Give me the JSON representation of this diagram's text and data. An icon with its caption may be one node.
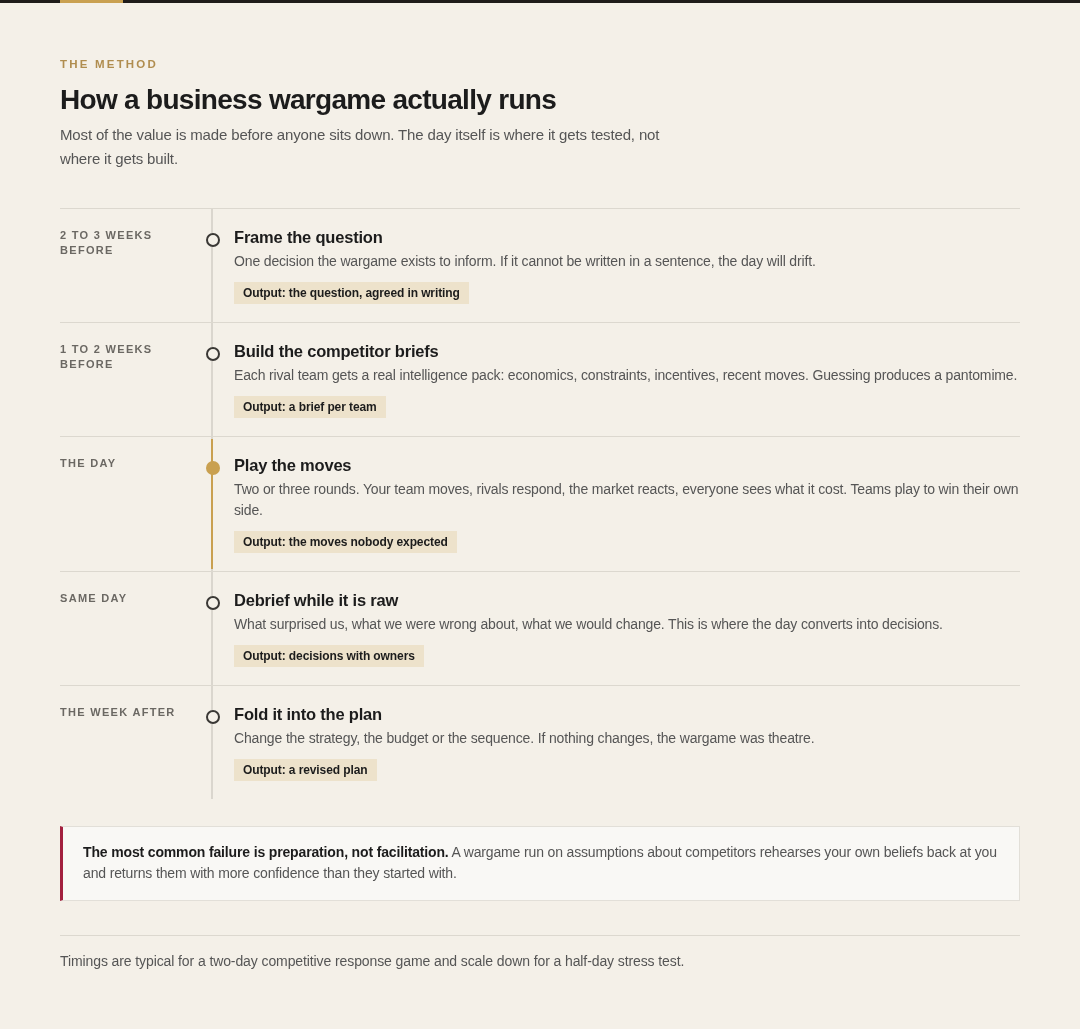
{
  "diagram": {
    "title": "How a business wargame actually runs",
    "caption": "Timings are typical for a two-day competitive response game and scale down for a half-day stress test.",
    "nodes": [
      {
        "text": [
          "2 TO 3 WEEKS BEFORE",
          "Frame the question",
          "One decision the wargame exists to inform. If it cannot be written in a sentence, the day will drift."
        ]
      },
      {
        "text": [],
        "shape": "circle",
        "in": 0
      },
      {
        "text": [
          "Output: the question, agreed in writing"
        ],
        "in": 0
      },
      {
        "text": [
          "1 TO 2 WEEKS BEFORE",
          "Build the competitor briefs",
          "Each rival team gets a real intelligence pack: economics, constraints, incentives, recent moves. Guessing produces a pantomime."
        ]
      },
      {
        "text": [],
        "shape": "circle",
        "in": 3
      },
      {
        "text": [
          "Output: a brief per team"
        ],
        "in": 3
      },
      {
        "text": [
          "THE DAY",
          "Play the moves",
          "Two or three rounds. Your team moves, rivals respond, the market reacts, everyone sees what it cost. Teams play to win their own side."
        ]
      },
      {
        "text": [],
        "shape": "circle",
        "in": 6
      },
      {
        "text": [
          "Output: the moves nobody expected"
        ],
        "in": 6
      },
      {
        "text": [
          "SAME DAY",
          "Debrief while it is raw",
          "What surprised us, what we were wrong about, what we would change. This is where the day converts into decisions."
        ]
      },
      {
        "text": [],
        "shape": "circle",
        "in": 9
      },
      {
        "text": [
          "Output: decisions with owners"
        ],
        "in": 9
      },
      {
        "text": [
          "THE WEEK AFTER",
          "Fold it into the plan",
          "Change the strategy, the budget or the sequence. If nothing changes, the wargame was theatre."
        ]
      },
      {
        "text": [],
        "shape": "circle",
        "in": 12
      },
      {
        "text": [
          "Output: a revised plan"
        ],
        "in": 12
      },
      {
        "text": [
          "**The most common failure is preparation, not facilitation.** A wargame run on assumptions about competitors rehearses your own beliefs back at you and returns them with more confidence than they started with."
        ]
      }
    ],
    "edges": [
      {
        "from": null,
        "to": 1,
        "arrow": "none"
      },
      {
        "from": 1,
        "to": 4,
        "arrow": "none"
      },
      {
        "from": 4,
        "to": 7,
        "arrow": "none"
      },
      {
        "from": 7,
        "to": 10,
        "arrow": "none"
      },
      {
        "from": 10,
        "to": 13,
        "arrow": "none"
      },
      {
        "from": 13,
        "to": null,
        "arrow": "none"
      }
    ],
    "labels": [
      "THE METHOD",
      "Most of the value is made before anyone sits down. The day itself is where it gets tested, not where it gets built."
    ]
  }
}
